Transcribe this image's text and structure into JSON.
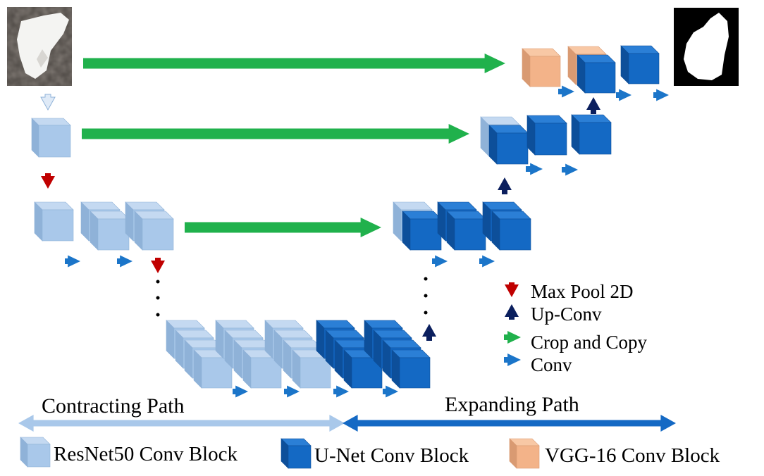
{
  "legend": {
    "max_pool": "Max Pool 2D",
    "up_conv": "Up-Conv",
    "crop_copy": "Crop and Copy",
    "conv": "Conv"
  },
  "paths": {
    "contracting": "Contracting Path",
    "expanding": "Expanding Path"
  },
  "block_legend": {
    "resnet": "ResNet50 Conv Block",
    "unet": "U-Net Conv Block",
    "vgg": "VGG-16 Conv Block"
  },
  "colors": {
    "resnet_front": "#a9c8ea",
    "resnet_top": "#c4d9f1",
    "resnet_side": "#8fb2d8",
    "unet_front": "#1469c4",
    "unet_top": "#2b7fd6",
    "unet_side": "#0d4f9a",
    "vgg_front": "#f3b389",
    "vgg_top": "#f8c8a5",
    "vgg_side": "#d99a72",
    "max_pool": "#c00000",
    "up_conv": "#0b1f5e",
    "crop_copy": "#20b14c",
    "conv": "#1b75c9",
    "contracting_arrow": "#a9c8ea",
    "expanding_arrow": "#1469c4"
  },
  "icons": {
    "input_image": "input-photo-icon",
    "output_mask": "segmentation-mask-icon"
  }
}
